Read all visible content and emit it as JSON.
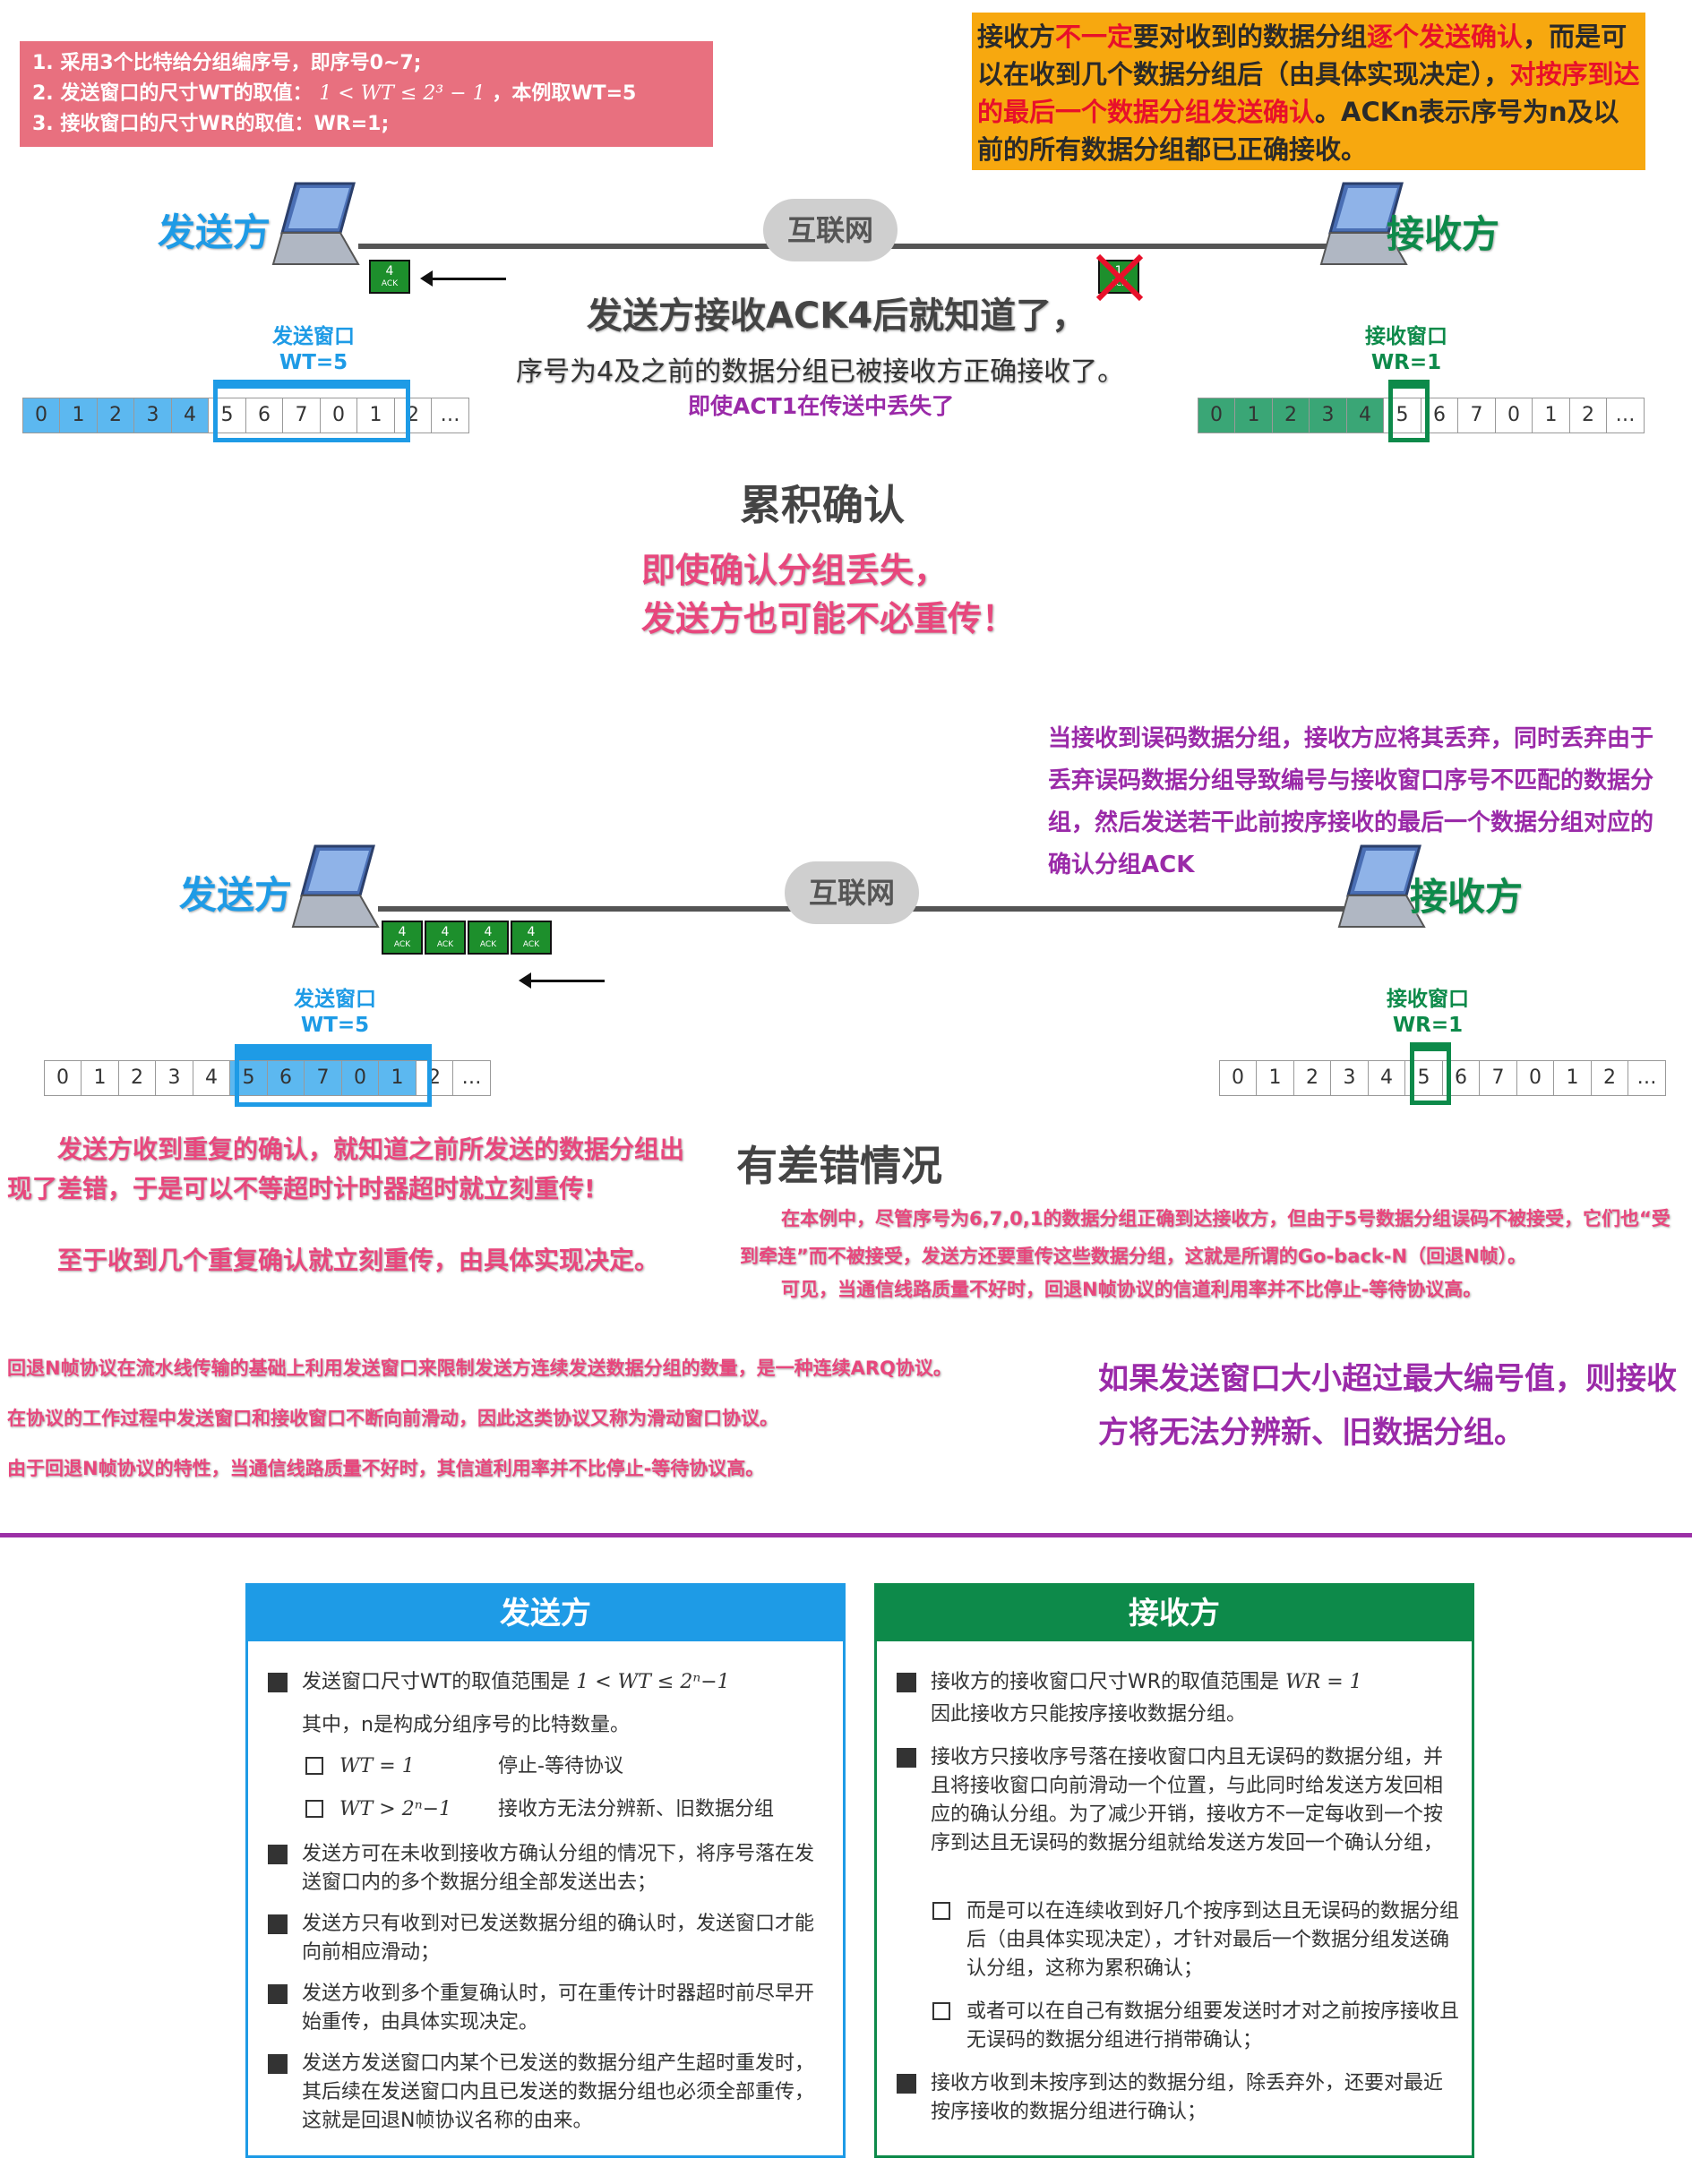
{
  "top_left_box": {
    "line1": "1. 采用3个比特给分组编序号，即序号0~7;",
    "line2_pre": "2. 发送窗口的尺寸WT的取值：",
    "line2_formula": "1 < WT ≤ 2³ − 1",
    "line2_post": "，本例取WT=5",
    "line3": "3. 接收窗口的尺寸WR的取值：WR=1;"
  },
  "top_right_box": {
    "p1": "接收方",
    "p2": "不一定",
    "p3": "要对收到的数据分组",
    "p4": "逐个发送确认",
    "p5": "，而是可以在收到几个数据分组后（由具体实现决定），",
    "p6": "对按序到达的最后一个数据分组发送确认",
    "p7": "。ACKn表示序号为n及以前的所有数据分组都已正确接收。"
  },
  "scene1": {
    "sender": "发送方",
    "receiver": "接收方",
    "internet": "互联网",
    "ack_sender": "4",
    "ack_lost": "1",
    "ack_word": "ACK",
    "caption1": "发送方接收ACK4后就知道了，",
    "caption2": "序号为4及之前的数据分组已被接收方正确接收了。",
    "caption3": "即使ACT1在传送中丢失了",
    "sender_window_label": "发送窗口",
    "sender_window_value": "WT=5",
    "receiver_window_label": "接收窗口",
    "receiver_window_value": "WR=1",
    "sender_cells": [
      "0",
      "1",
      "2",
      "3",
      "4",
      "5",
      "6",
      "7",
      "0",
      "1",
      "2",
      "…"
    ],
    "receiver_cells": [
      "0",
      "1",
      "2",
      "3",
      "4",
      "5",
      "6",
      "7",
      "0",
      "1",
      "2",
      "…"
    ]
  },
  "cumulative": {
    "title": "累积确认",
    "line1": "即使确认分组丢失，",
    "line2": "发送方也可能不必重传！"
  },
  "scene2": {
    "note_right": "当接收到误码数据分组，接收方应将其丢弃，同时丢弃由于丢弃误码数据分组导致编号与接收窗口序号不匹配的数据分组，然后发送若干此前按序接收的最后一个数据分组对应的确认分组ACK",
    "sender": "发送方",
    "receiver": "接收方",
    "internet": "互联网",
    "acks": [
      "4",
      "4",
      "4",
      "4"
    ],
    "ack_word": "ACK",
    "sender_window_label": "发送窗口",
    "sender_window_value": "WT=5",
    "receiver_window_label": "接收窗口",
    "receiver_window_value": "WR=1",
    "sender_cells": [
      "0",
      "1",
      "2",
      "3",
      "4",
      "5",
      "6",
      "7",
      "0",
      "1",
      "2",
      "…"
    ],
    "receiver_cells": [
      "0",
      "1",
      "2",
      "3",
      "4",
      "5",
      "6",
      "7",
      "0",
      "1",
      "2",
      "…"
    ]
  },
  "error": {
    "title": "有差错情况",
    "left1": "发送方收到重复的确认，就知道之前所发送的数据分组出现了差错，于是可以不等超时计时器超时就立刻重传!",
    "left2": "至于收到几个重复确认就立刻重传，由具体实现决定。",
    "right1": "在本例中，尽管序号为6,7,0,1的数据分组正确到达接收方，但由于5号数据分组误码不被接受，它们也“受到牵连”而不被接受，发送方还要重传这些数据分组，这就是所谓的Go-back-N（回退N帧）。",
    "right2": "可见，当通信线路质量不好时，回退N帧协议的信道利用率并不比停止-等待协议高。"
  },
  "summary": {
    "s1": "回退N帧协议在流水线传输的基础上利用发送窗口来限制发送方连续发送数据分组的数量，是一种连续ARQ协议。",
    "s2": "在协议的工作过程中发送窗口和接收窗口不断向前滑动，因此这类协议又称为滑动窗口协议。",
    "s3": "由于回退N帧协议的特性，当通信线路质量不好时，其信道利用率并不比停止-等待协议高。",
    "right": "如果发送窗口大小超过最大编号值，则接收方将无法分辨新、旧数据分组。"
  },
  "panel_sender": {
    "title": "发送方",
    "i1a": "发送窗口尺寸WT的取值范围是",
    "i1f": "1 < WT ≤ 2ⁿ−1",
    "i1b": "其中，n是构成分组序号的比特数量。",
    "c1f": "WT = 1",
    "c1t": "停止-等待协议",
    "c2f": "WT > 2ⁿ−1",
    "c2t": "接收方无法分辨新、旧数据分组",
    "i2": "发送方可在未收到接收方确认分组的情况下，将序号落在发送窗口内的多个数据分组全部发送出去；",
    "i3": "发送方只有收到对已发送数据分组的确认时，发送窗口才能向前相应滑动；",
    "i4": "发送方收到多个重复确认时，可在重传计时器超时前尽早开始重传，由具体实现决定。",
    "i5": "发送方发送窗口内某个已发送的数据分组产生超时重发时，其后续在发送窗口内且已发送的数据分组也必须全部重传，这就是回退N帧协议名称的由来。"
  },
  "panel_receiver": {
    "title": "接收方",
    "i1a": "接收方的接收窗口尺寸WR的取值范围是",
    "i1f": "WR = 1",
    "i1b": "因此接收方只能按序接收数据分组。",
    "i2": "接收方只接收序号落在接收窗口内且无误码的数据分组，并且将接收窗口向前滑动一个位置，与此同时给发送方发回相应的确认分组。为了减少开销，接收方不一定每收到一个按序到达且无误码的数据分组就给发送方发回一个确认分组，",
    "c1": "而是可以在连续收到好几个按序到达且无误码的数据分组后（由具体实现决定），才针对最后一个数据分组发送确认分组，这称为累积确认；",
    "c2": "或者可以在自己有数据分组要发送时才对之前按序接收且无误码的数据分组进行捎带确认；",
    "i3": "接收方收到未按序到达的数据分组，除丢弃外，还要对最近按序接收的数据分组进行确认；"
  },
  "colors": {
    "blue": "#1e9be6",
    "green": "#0d8a4a",
    "pink": "#e8707f",
    "orange": "#f7a80f",
    "purple": "#9b30a6"
  }
}
